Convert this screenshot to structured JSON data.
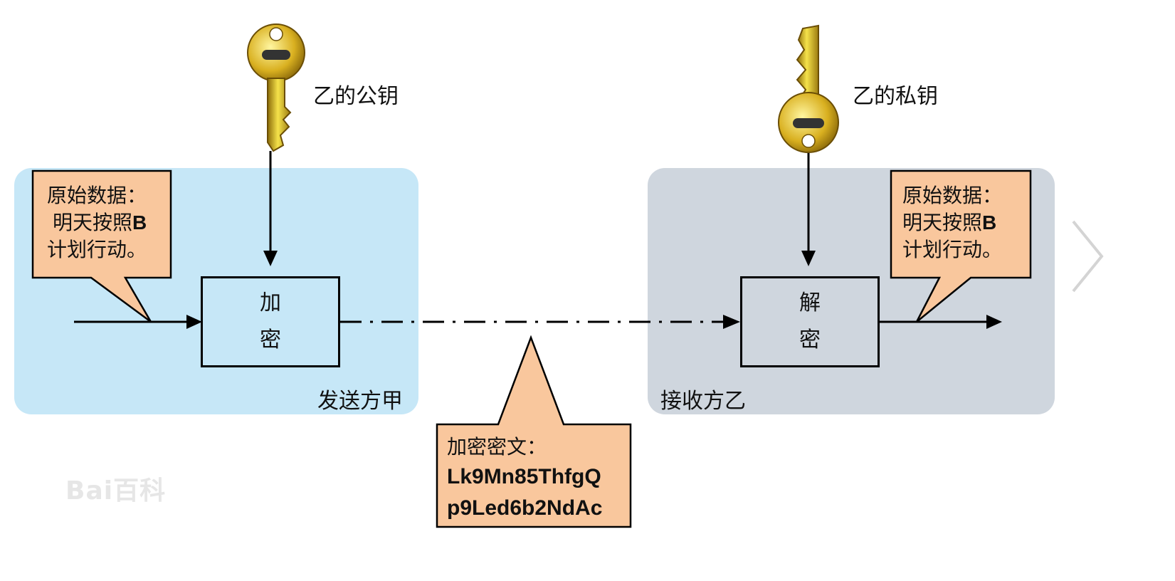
{
  "keys": {
    "public_label": "乙的公钥",
    "private_label": "乙的私钥"
  },
  "sender": {
    "region_label": "发送方甲",
    "process_line1": "加",
    "process_line2": "密",
    "note_line1": "原始数据：",
    "note_line2": "明天按照",
    "note_line2_bold": "B",
    "note_line3": "计划行动。"
  },
  "receiver": {
    "region_label": "接收方乙",
    "process_line1": "解",
    "process_line2": "密",
    "note_line1": "原始数据：",
    "note_line2": "明天按照",
    "note_line2_bold": "B",
    "note_line3": "计划行动。"
  },
  "ciphertext": {
    "label": "加密密文：",
    "code_line1": "Lk9Mn85ThfgQ",
    "code_line2": "p9Led6b2NdAc"
  },
  "watermark": "Bai百科",
  "colors": {
    "sender_bg": "#c6e7f7",
    "receiver_bg": "#cfd6de",
    "callout_fill": "#f9c79d",
    "key_gold": "#e2c224"
  },
  "icons": [
    "public-key-icon",
    "private-key-icon",
    "next-chevron-icon"
  ]
}
